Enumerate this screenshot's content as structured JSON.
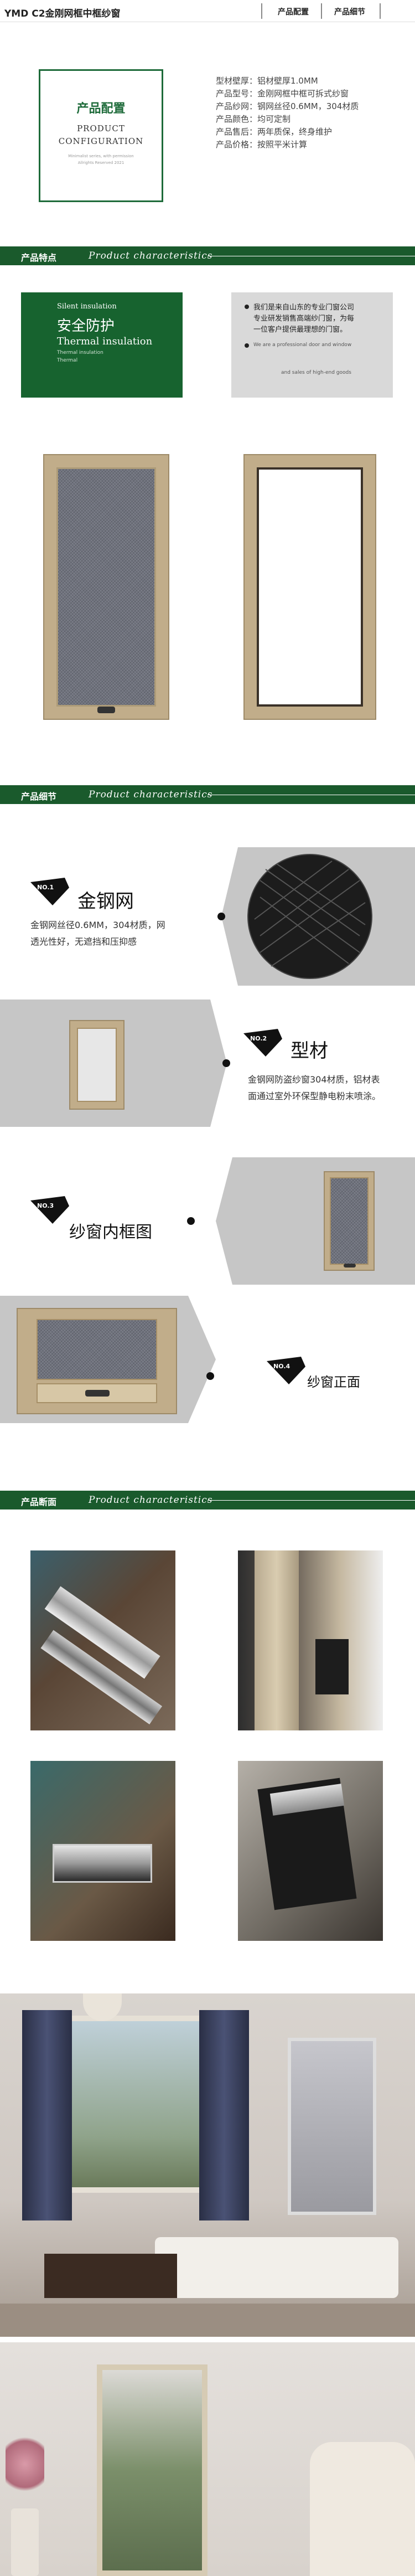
{
  "header": {
    "title": "YMD C2金刚网框中框纱窗",
    "nav": [
      "产品配置",
      "产品细节"
    ]
  },
  "config": {
    "box_cn": "产品配置",
    "box_en1": "PRODUCT",
    "box_en2": "CONFIGURATION",
    "box_small1": "Minimalist series, with permission",
    "box_small2": "Allrights Reserved 2021",
    "specs": [
      "型材壁厚：铝材壁厚1.0MM",
      "产品型号：金刚网框中框可拆式纱窗",
      "产品纱网：钢网丝径0.6MM，304材质",
      "产品颜色：均可定制",
      "产品售后：两年质保，终身维护",
      "产品价格：按照平米计算"
    ]
  },
  "sections": {
    "features": {
      "cn": "产品特点",
      "en": "Product characteristics"
    },
    "details": {
      "cn": "产品细节",
      "en": "Product characteristics"
    },
    "section": {
      "cn": "产品断面",
      "en": "Product characteristics"
    }
  },
  "feature_green": {
    "en1": "Silent insulation",
    "cn": "安全防护",
    "en2": "Thermal insulation",
    "en3": "Thermal insulation",
    "en4": "Thermal"
  },
  "feature_gray": {
    "line1": "我们是来自山东的专业门窗公司",
    "line2": "专业研发销售高端纱门窗，为每",
    "line3": "一位客户提供最理想的门窗。",
    "en1": "We are a professional door and window",
    "en2": "and sales of high-end goods"
  },
  "details": [
    {
      "badge": "NO.1",
      "title": "金钢网",
      "text1": "金钢网丝径0.6MM，304材质，网",
      "text2": "透光性好，无遮挡和压抑感"
    },
    {
      "badge": "NO.2",
      "title": "型材",
      "text1": "金钢网防盗纱窗304材质，铝材表",
      "text2": "面通过室外环保型静电粉末喷涂。"
    },
    {
      "badge": "NO.3",
      "title": "纱窗内框图"
    },
    {
      "badge": "NO.4",
      "title": "纱窗正面"
    }
  ]
}
